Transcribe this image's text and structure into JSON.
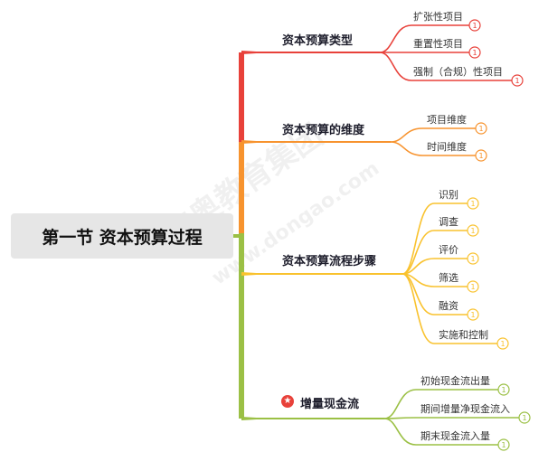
{
  "watermark": {
    "brand": "东奥教育集团",
    "url": "www.dongao.com"
  },
  "root": {
    "title": "第一节 资本预算过程"
  },
  "branches": [
    {
      "label": "资本预算类型",
      "color": "#e8413a",
      "children": [
        "扩张性项目",
        "重置性项目",
        "强制（合规）性项目"
      ]
    },
    {
      "label": "资本预算的维度",
      "color": "#f7932e",
      "children": [
        "项目维度",
        "时间维度"
      ]
    },
    {
      "label": "资本预算流程步骤",
      "color": "#f9c22e",
      "children": [
        "识别",
        "调查",
        "评价",
        "筛选",
        "融资",
        "实施和控制"
      ]
    },
    {
      "label": "增量现金流",
      "color": "#9bc045",
      "icon": "star-icon",
      "children": [
        "初始现金流出量",
        "期间增量净现金流入",
        "期末现金流入量"
      ]
    }
  ],
  "badge_text": "1"
}
